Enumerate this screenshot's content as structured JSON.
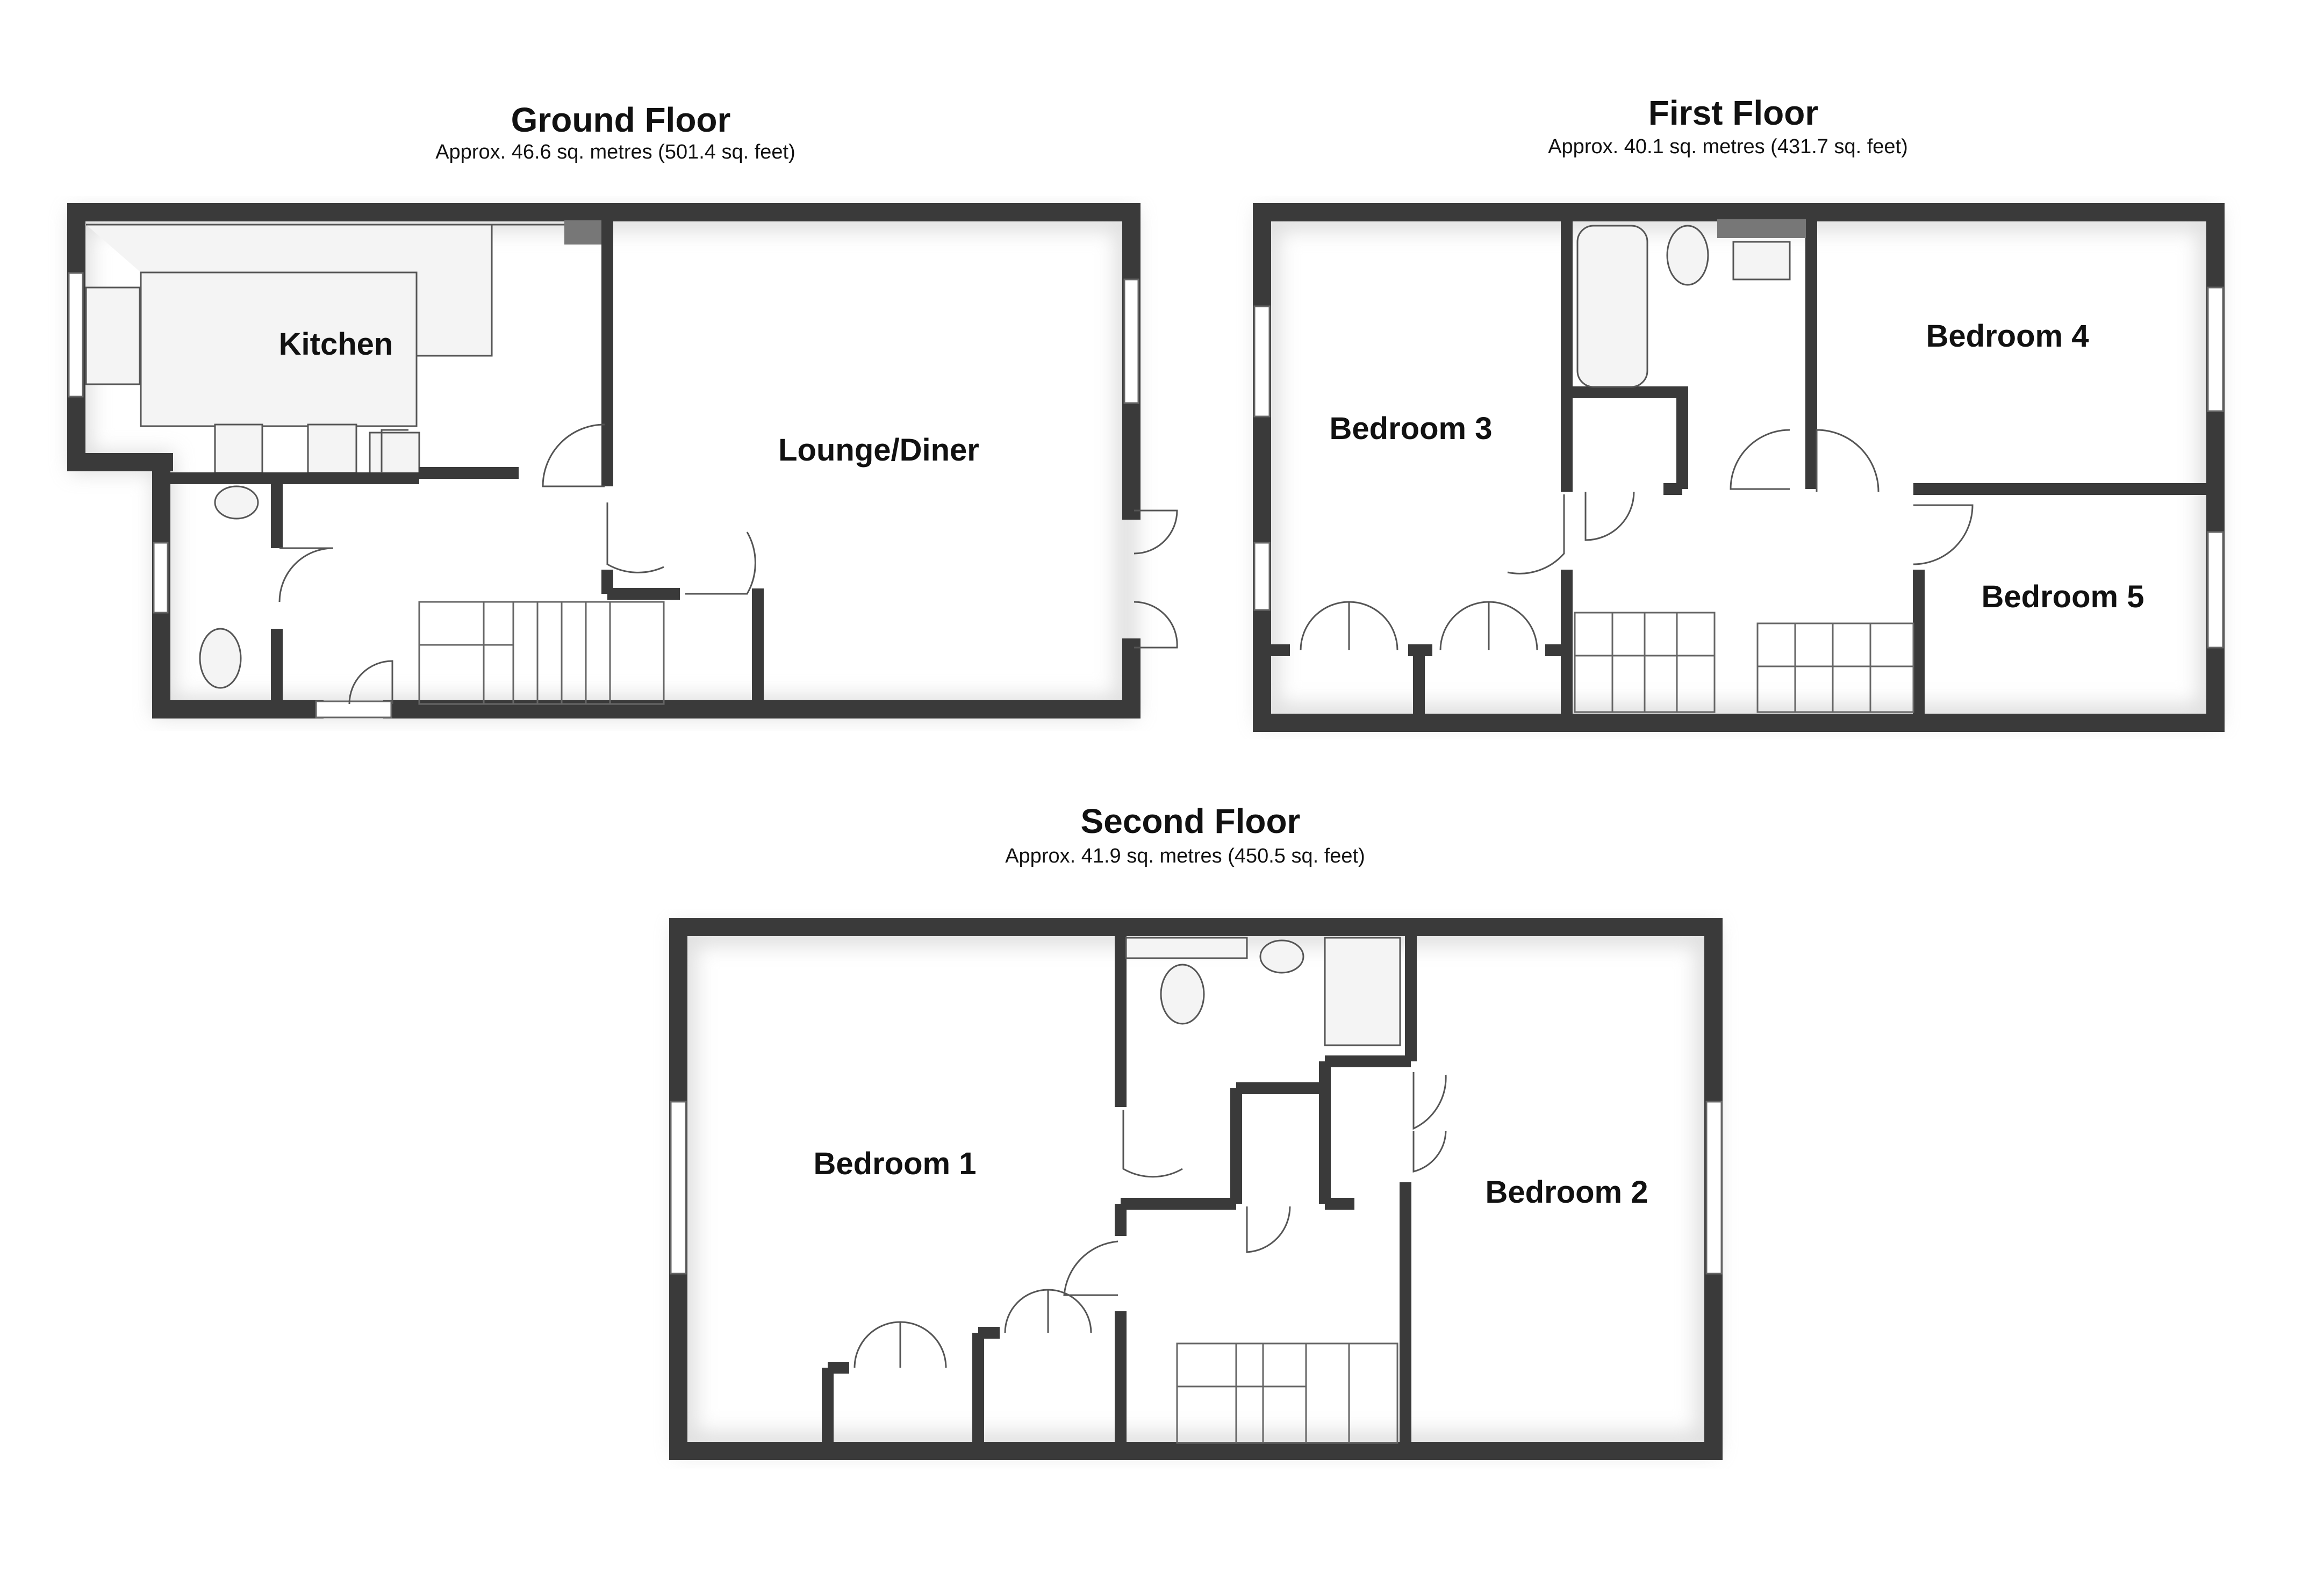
{
  "floors": {
    "ground": {
      "title": "Ground Floor",
      "area": "Approx. 46.6 sq. metres (501.4 sq. feet)",
      "rooms": {
        "kitchen": "Kitchen",
        "lounge": "Lounge/Diner"
      }
    },
    "first": {
      "title": "First Floor",
      "area": "Approx. 40.1 sq. metres (431.7 sq. feet)",
      "rooms": {
        "bedroom3": "Bedroom 3",
        "bedroom4": "Bedroom 4",
        "bedroom5": "Bedroom 5"
      }
    },
    "second": {
      "title": "Second Floor",
      "area": "Approx. 41.9 sq. metres (450.5 sq. feet)",
      "rooms": {
        "bedroom1": "Bedroom 1",
        "bedroom2": "Bedroom 2"
      }
    }
  }
}
